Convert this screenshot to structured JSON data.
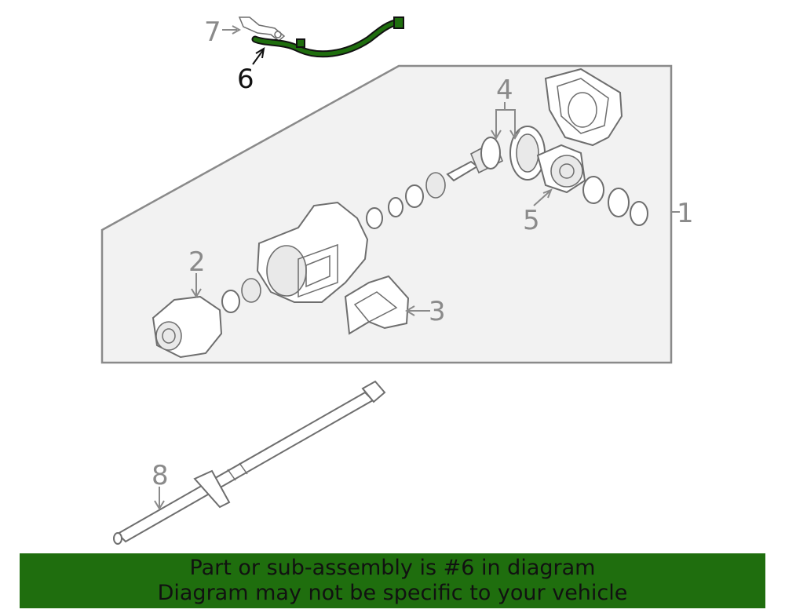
{
  "callouts": {
    "c1": "1",
    "c2": "2",
    "c3": "3",
    "c4": "4",
    "c5": "5",
    "c6": "6",
    "c7": "7",
    "c8": "8"
  },
  "highlight_color": "#1f6e0e",
  "banner": {
    "line1": "Part or sub-assembly is #6 in diagram",
    "line2": "Diagram may not be specific to your vehicle"
  }
}
